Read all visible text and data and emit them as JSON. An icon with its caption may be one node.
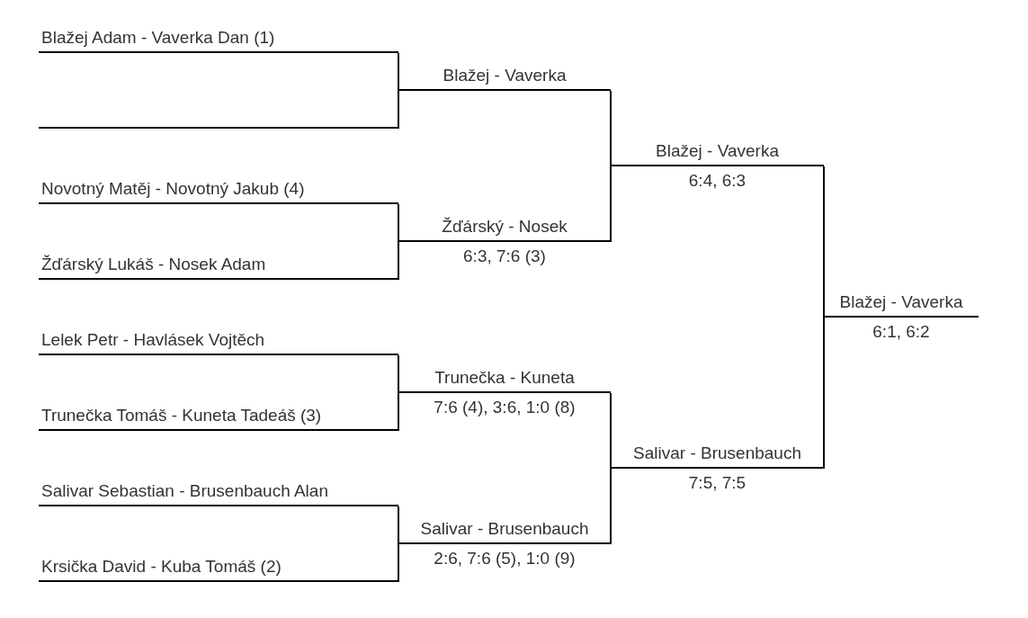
{
  "diagram": {
    "nodes": [
      {
        "text": [
          "Blažej Adam - Vaverka Dan (1)"
        ]
      },
      {
        "text": [],
        "shape": "line"
      },
      {
        "text": [
          "Novotný Matěj - Novotný Jakub (4)"
        ]
      },
      {
        "text": [
          "Žďárský Lukáš - Nosek Adam"
        ]
      },
      {
        "text": [
          "Lelek Petr - Havlásek Vojtěch"
        ]
      },
      {
        "text": [
          "Trunečka Tomáš - Kuneta Tadeáš (3)"
        ]
      },
      {
        "text": [
          "Salivar Sebastian - Brusenbauch Alan"
        ]
      },
      {
        "text": [
          "Krsička David - Kuba Tomáš (2)"
        ]
      },
      {
        "text": [
          "Blažej - Vaverka"
        ]
      },
      {
        "text": [
          "Žďárský - Nosek",
          "6:3, 7:6 (3)"
        ]
      },
      {
        "text": [
          "Trunečka - Kuneta",
          "7:6 (4), 3:6, 1:0 (8)"
        ]
      },
      {
        "text": [
          "Salivar - Brusenbauch",
          "2:6, 7:6 (5), 1:0 (9)"
        ]
      },
      {
        "text": [
          "Blažej - Vaverka",
          "6:4, 6:3"
        ]
      },
      {
        "text": [
          "Salivar - Brusenbauch",
          "7:5, 7:5"
        ]
      },
      {
        "text": [
          "Blažej - Vaverka",
          "6:1, 6:2"
        ]
      }
    ],
    "edges": [
      {
        "from": 0,
        "to": 8,
        "arrow": "none"
      },
      {
        "from": 1,
        "to": 8,
        "arrow": "none"
      },
      {
        "from": 2,
        "to": 9,
        "arrow": "none"
      },
      {
        "from": 3,
        "to": 9,
        "arrow": "none"
      },
      {
        "from": 4,
        "to": 10,
        "arrow": "none"
      },
      {
        "from": 5,
        "to": 10,
        "arrow": "none"
      },
      {
        "from": 6,
        "to": 11,
        "arrow": "none"
      },
      {
        "from": 7,
        "to": 11,
        "arrow": "none"
      },
      {
        "from": 8,
        "to": 12,
        "arrow": "none"
      },
      {
        "from": 9,
        "to": 12,
        "arrow": "none"
      },
      {
        "from": 10,
        "to": 13,
        "arrow": "none"
      },
      {
        "from": 11,
        "to": 13,
        "arrow": "none"
      },
      {
        "from": 12,
        "to": 14,
        "arrow": "none"
      },
      {
        "from": 13,
        "to": 14,
        "arrow": "none"
      }
    ]
  }
}
